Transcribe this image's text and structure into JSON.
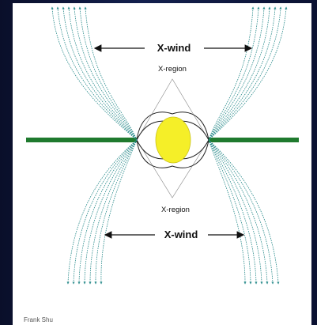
{
  "labels": {
    "top_wind": "X-wind",
    "bottom_wind": "X-wind",
    "top_region": "X-region",
    "bottom_region": "X-region",
    "credit": "Frank Shu"
  },
  "colors": {
    "background": "#0c1230",
    "panel": "#ffffff",
    "disk": "#1f7a2e",
    "star": "#f5ef28",
    "field_lines": "#2b8c8c",
    "arrows": "#111111"
  }
}
